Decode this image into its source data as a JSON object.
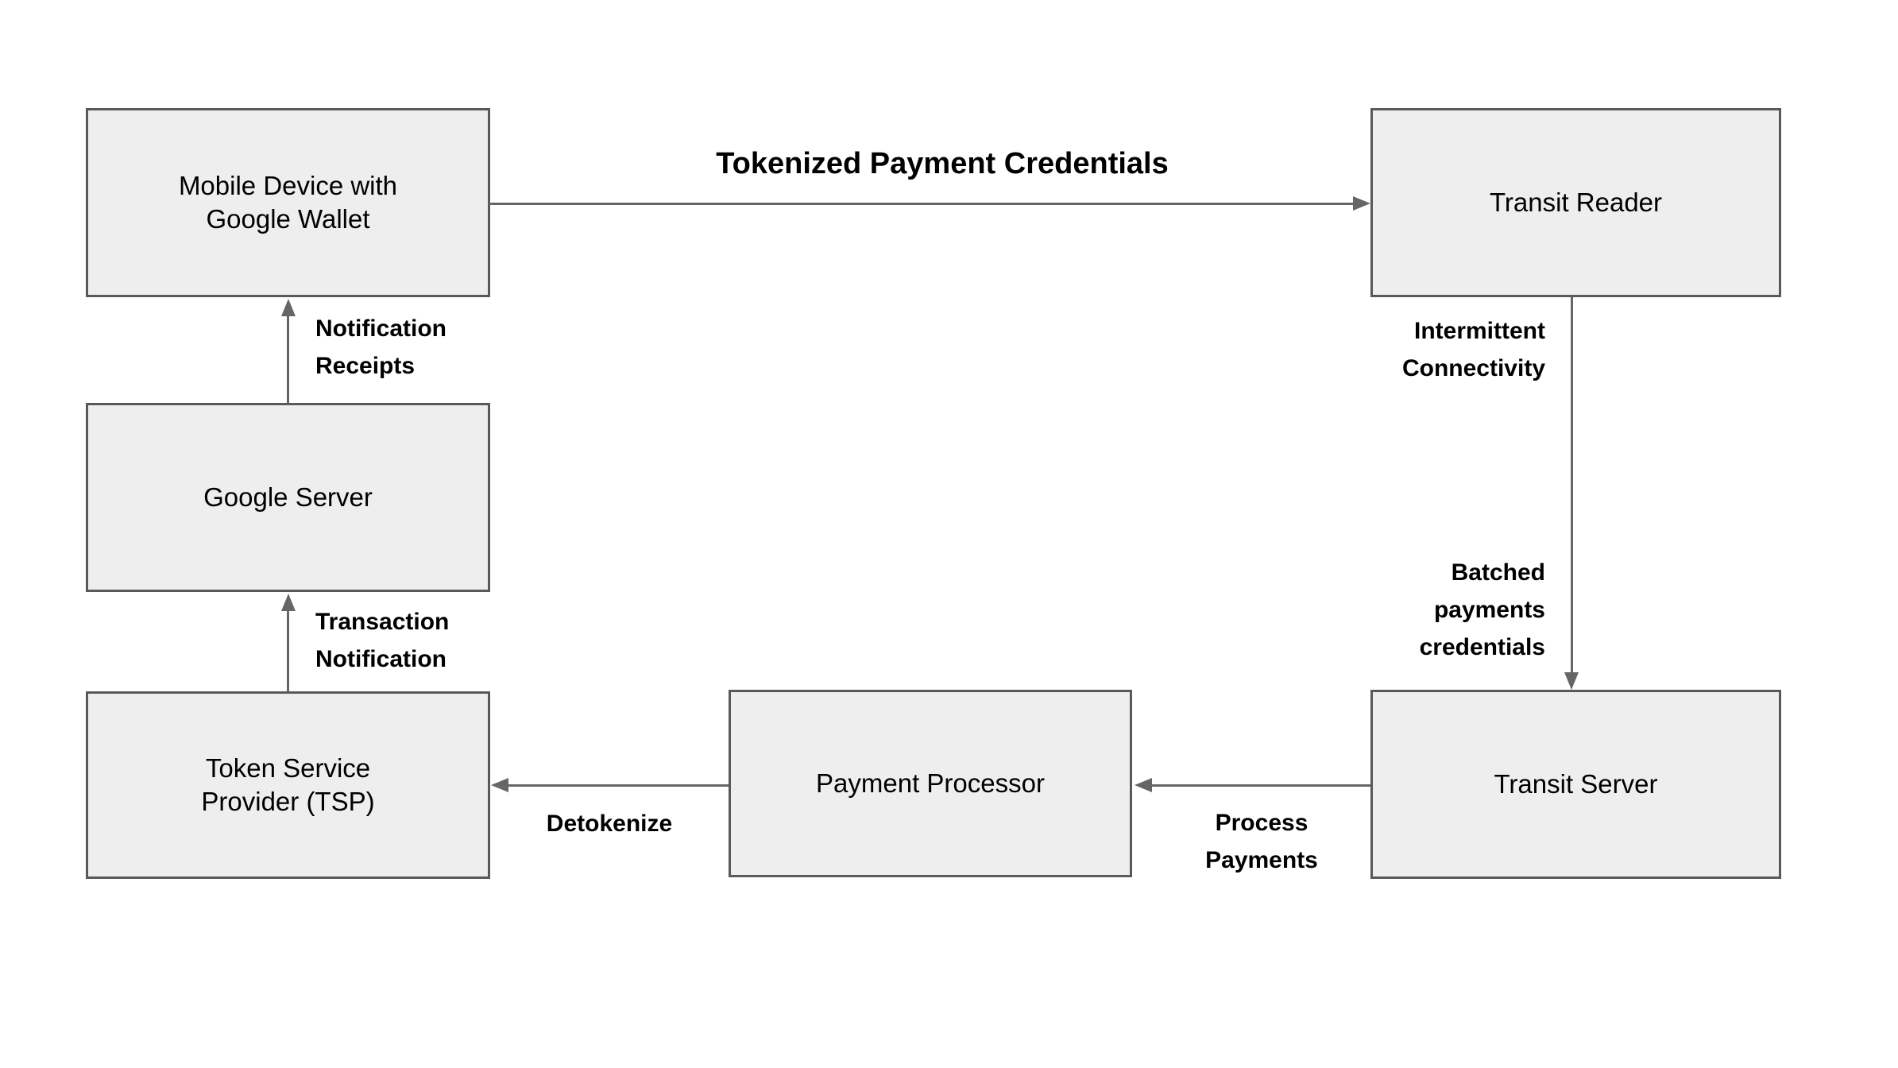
{
  "diagram": {
    "colors": {
      "background": "#ffffff",
      "box_fill": "#eeeeee",
      "box_border": "#595959",
      "arrow": "#666666",
      "text": "#000000"
    },
    "nodes": {
      "mobile_device": {
        "label": "Mobile Device with\nGoogle Wallet"
      },
      "transit_reader": {
        "label": "Transit Reader"
      },
      "google_server": {
        "label": "Google Server"
      },
      "tsp": {
        "label": "Token Service\nProvider (TSP)"
      },
      "payment_processor": {
        "label": "Payment Processor"
      },
      "transit_server": {
        "label": "Transit Server"
      }
    },
    "edges": {
      "tokenized_payment_credentials": {
        "label": "Tokenized Payment Credentials"
      },
      "notification_receipts": {
        "label": "Notification\nReceipts"
      },
      "transaction_notification": {
        "label": "Transaction\nNotification"
      },
      "intermittent_connectivity": {
        "label": "Intermittent\nConnectivity"
      },
      "batched_payments_credentials": {
        "label": "Batched\npayments\ncredentials"
      },
      "process_payments": {
        "label": "Process\nPayments"
      },
      "detokenize": {
        "label": "Detokenize"
      }
    }
  }
}
